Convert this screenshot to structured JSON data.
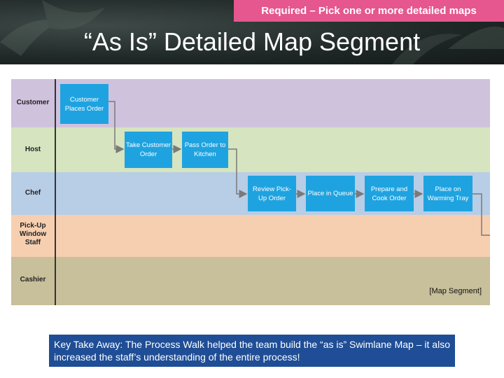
{
  "header": {
    "tag": "Required – Pick one or more detailed maps",
    "title": "“As Is” Detailed Map Segment"
  },
  "lanes": [
    {
      "label": "Customer",
      "color": "#cfc2dd"
    },
    {
      "label": "Host",
      "color": "#d6e4bf"
    },
    {
      "label": "Chef",
      "color": "#b8cde6"
    },
    {
      "label": "Pick-Up Window Staff",
      "color": "#f6cfb0"
    },
    {
      "label": "Cashier",
      "color": "#c8bf9b"
    }
  ],
  "steps": {
    "customer_places_order": "Customer Places Order",
    "take_customer_order": "Take Customer Order",
    "pass_order_to_kitchen": "Pass Order to Kitchen",
    "review_pickup_order": "Review Pick-Up Order",
    "place_in_queue": "Place in Queue",
    "prepare_and_cook_order": "Prepare and Cook Order",
    "place_on_warming_tray": "Place on Warming Tray"
  },
  "map_note": "[Map Segment]",
  "takeaway": "Key Take Away: The Process Walk helped the team build the “as is” Swimlane Map – it also increased the staff’s understanding of the entire process!",
  "colors": {
    "box": "#1fa3e0",
    "arrow": "#7a7a7a",
    "tag_bg": "#e5578e",
    "takeaway_bg": "#1f4e96"
  }
}
